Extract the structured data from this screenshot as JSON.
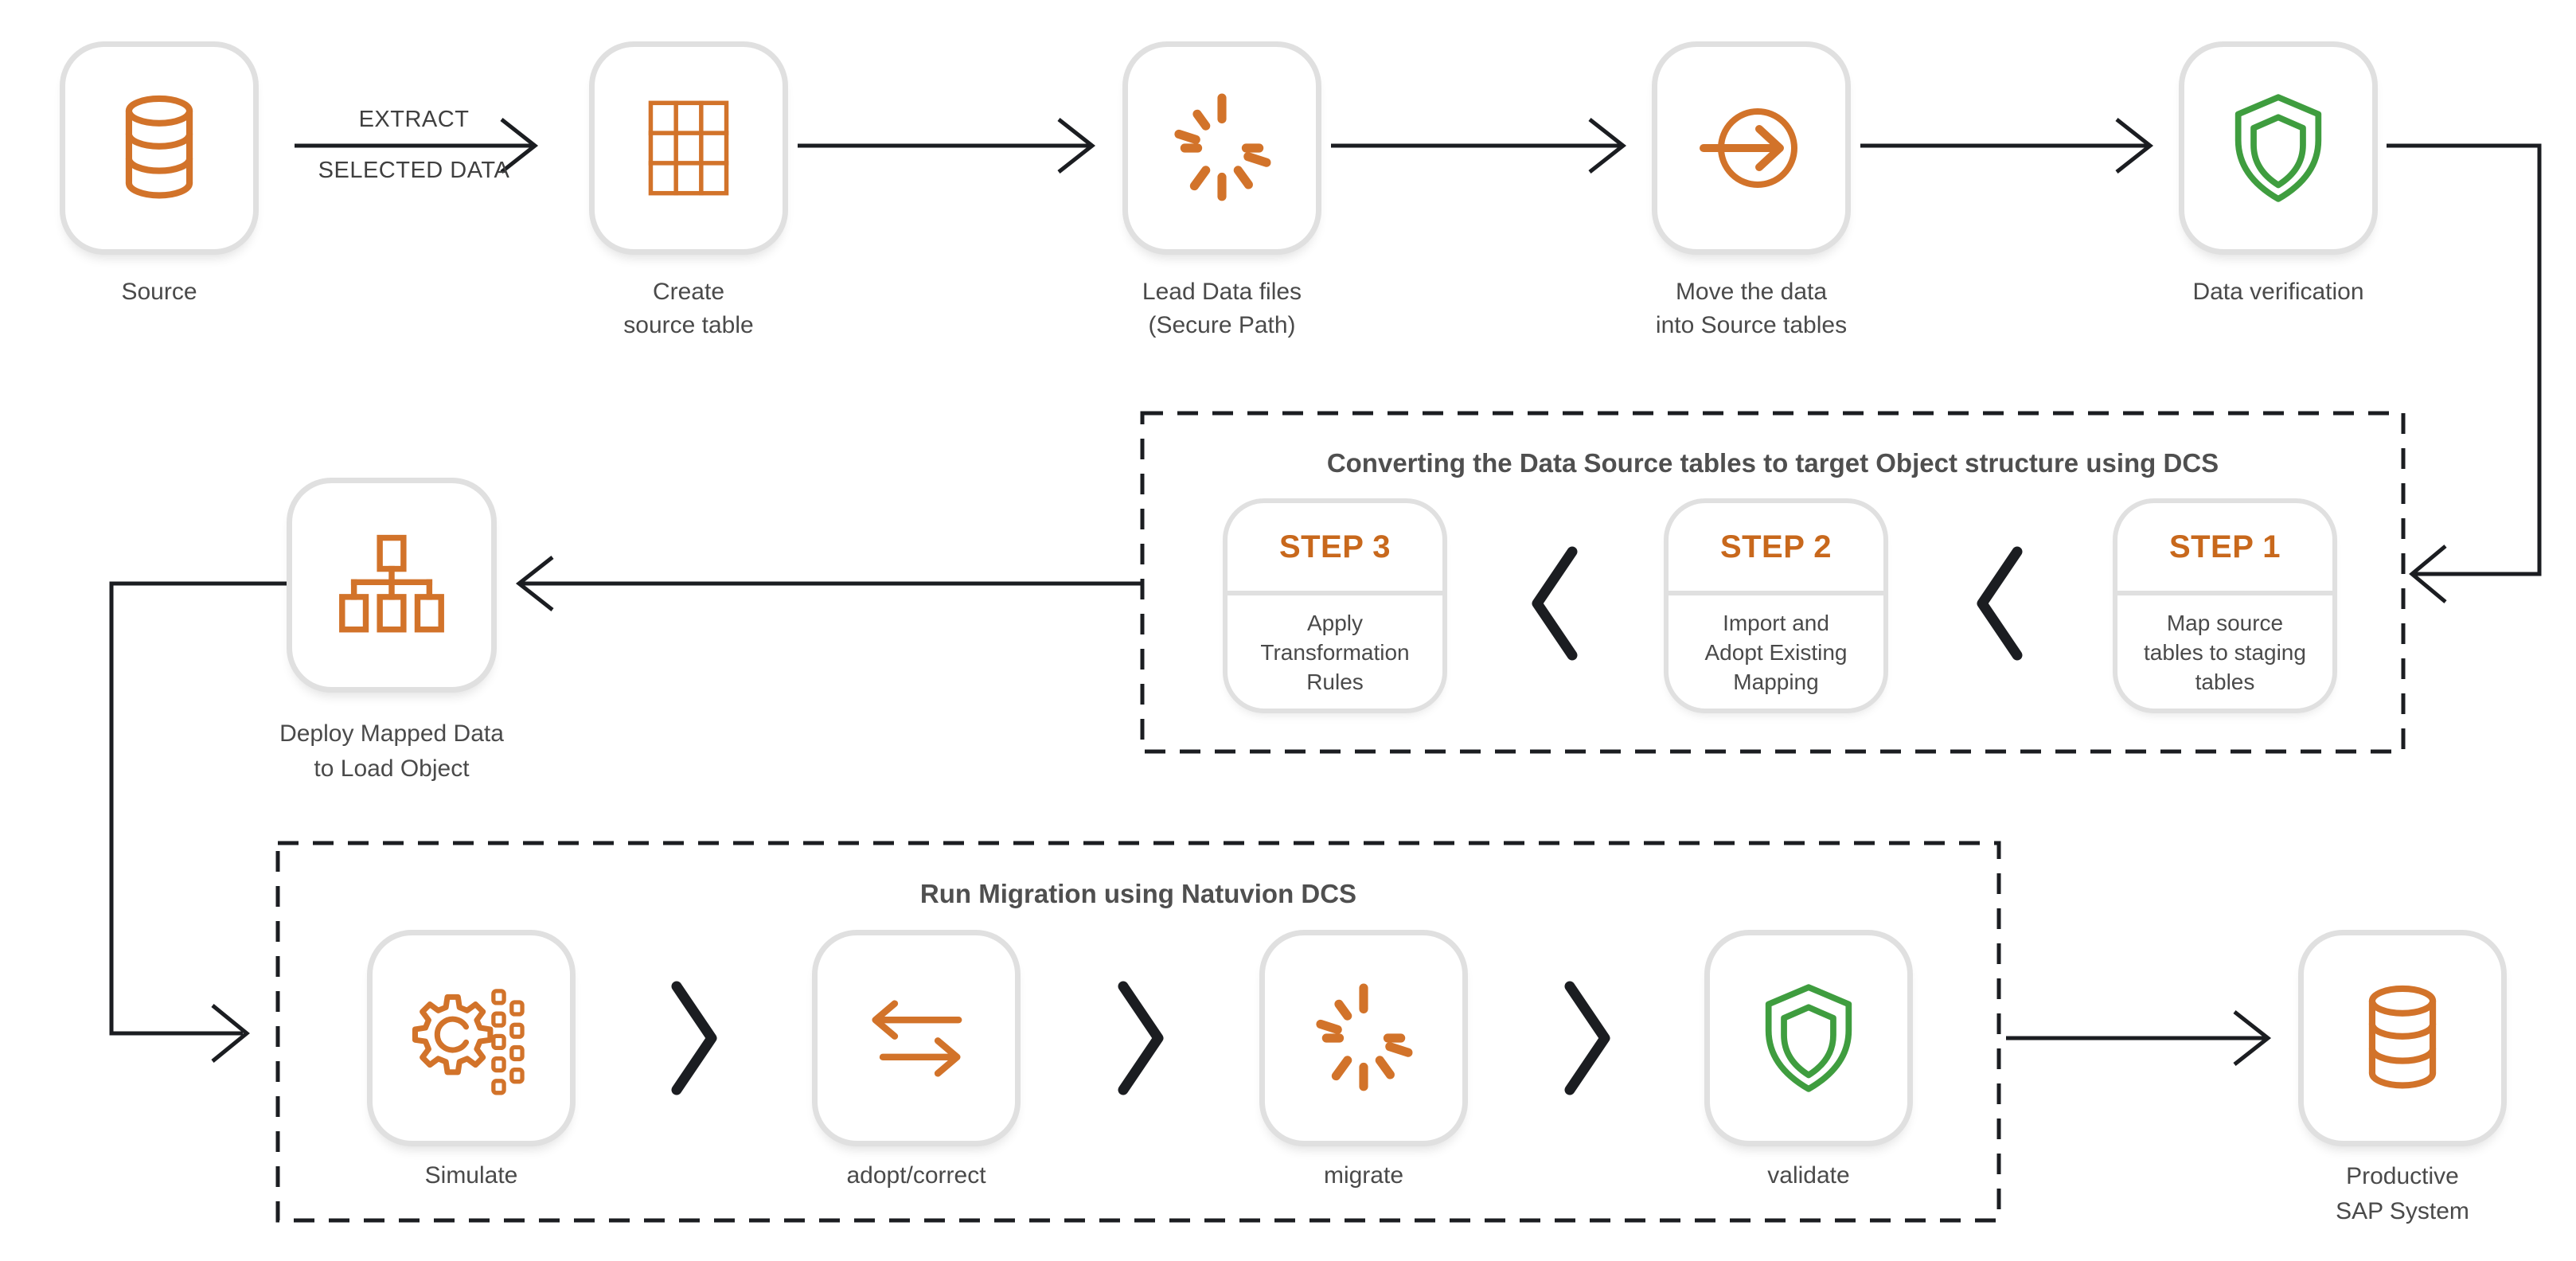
{
  "palette": {
    "orange": "#D2732A",
    "green": "#3F9D3F",
    "ink": "#1B1D21",
    "gray": "#4A4A4A",
    "title": "#4F4F4F",
    "step_orange": "#C8681C",
    "border": "#E0E0E0"
  },
  "top_flow": {
    "arrow1_label_top": "EXTRACT",
    "arrow1_label_bottom": "SELECTED DATA",
    "nodes": [
      {
        "icon": "database-icon",
        "label_lines": [
          "Source"
        ]
      },
      {
        "icon": "table-icon",
        "label_lines": [
          "Create",
          "source table"
        ]
      },
      {
        "icon": "spinner-icon",
        "label_lines": [
          "Lead Data files",
          "(Secure Path)"
        ]
      },
      {
        "icon": "move-into-icon",
        "label_lines": [
          "Move the data",
          "into Source tables"
        ]
      },
      {
        "icon": "shield-icon",
        "label_lines": [
          "Data verification"
        ]
      }
    ]
  },
  "convert_box": {
    "title": "Converting the Data Source tables to target Object structure using DCS",
    "steps": [
      {
        "name": "STEP 3",
        "desc_lines": [
          "Apply",
          "Transformation",
          "Rules"
        ]
      },
      {
        "name": "STEP 2",
        "desc_lines": [
          "Import and",
          "Adopt Existing",
          "Mapping"
        ]
      },
      {
        "name": "STEP 1",
        "desc_lines": [
          "Map source",
          "tables to staging",
          "tables"
        ]
      }
    ]
  },
  "deploy_node": {
    "icon": "sitemap-icon",
    "label_lines": [
      "Deploy Mapped Data",
      "to Load Object"
    ]
  },
  "migration_box": {
    "title": "Run Migration using Natuvion DCS",
    "nodes": [
      {
        "icon": "gear-data-icon",
        "label_lines": [
          "Simulate"
        ]
      },
      {
        "icon": "swap-arrows-icon",
        "label_lines": [
          "adopt/correct"
        ]
      },
      {
        "icon": "spinner-icon",
        "label_lines": [
          "migrate"
        ]
      },
      {
        "icon": "shield-icon",
        "label_lines": [
          "validate"
        ]
      }
    ]
  },
  "target_node": {
    "icon": "database-icon",
    "label_lines": [
      "Productive",
      "SAP System"
    ]
  }
}
